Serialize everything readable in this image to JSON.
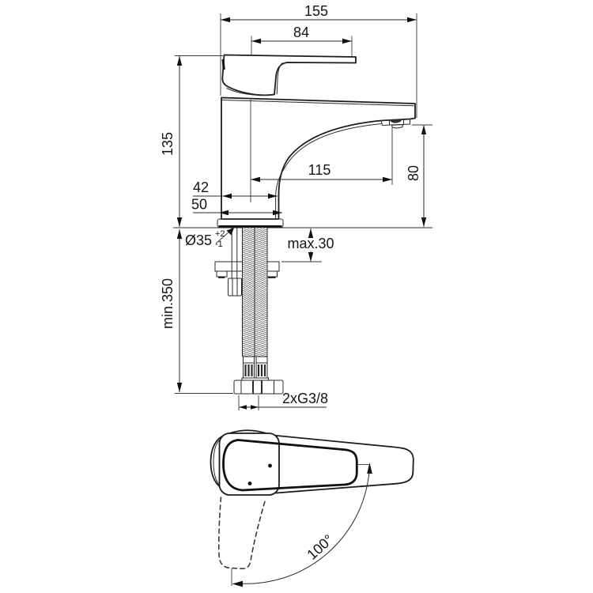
{
  "labels": {
    "overall_length": "155",
    "lever_length": "84",
    "height_to_deck": "135",
    "spout_reach": "115",
    "spout_outlet_height": "80",
    "dim_42": "42",
    "dim_50": "50",
    "hole_diameter": "Ø35",
    "hole_tol_upper": "+2",
    "hole_tol_lower": "-1",
    "max_deck_thickness": "max.30",
    "min_installation_depth": "min.350",
    "hose_connection": "2xG3/8",
    "handle_rotation_angle": "100°"
  },
  "colors": {
    "background": "#ffffff",
    "line": "#1c1c1c",
    "lever_fill": "#9c9c9c",
    "braid": "#6e6e6e"
  }
}
